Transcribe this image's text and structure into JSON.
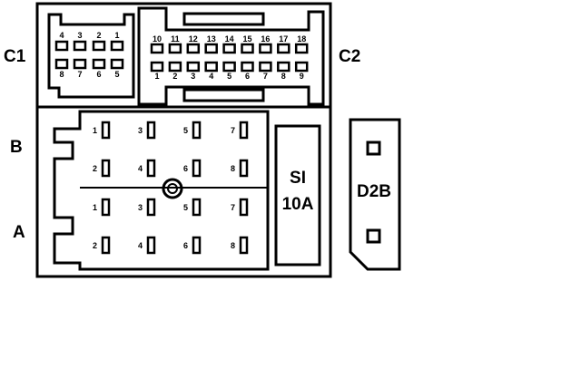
{
  "labels": {
    "c1": "C1",
    "c2": "C2",
    "b": "B",
    "a": "A",
    "fuse_line1": "SI",
    "fuse_line2": "10A",
    "d2b": "D2B"
  },
  "c1": {
    "top_row": [
      "4",
      "3",
      "2",
      "1"
    ],
    "bottom_row": [
      "8",
      "7",
      "6",
      "5"
    ]
  },
  "c2": {
    "top_row": [
      "10",
      "11",
      "12",
      "13",
      "14",
      "15",
      "16",
      "17",
      "18"
    ],
    "bottom_row": [
      "1",
      "2",
      "3",
      "4",
      "5",
      "6",
      "7",
      "8",
      "9"
    ]
  },
  "block_b": {
    "pins": [
      "1",
      "3",
      "5",
      "7",
      "2",
      "4",
      "6",
      "8"
    ]
  },
  "block_a": {
    "pins": [
      "1",
      "3",
      "5",
      "7",
      "2",
      "4",
      "6",
      "8"
    ]
  }
}
